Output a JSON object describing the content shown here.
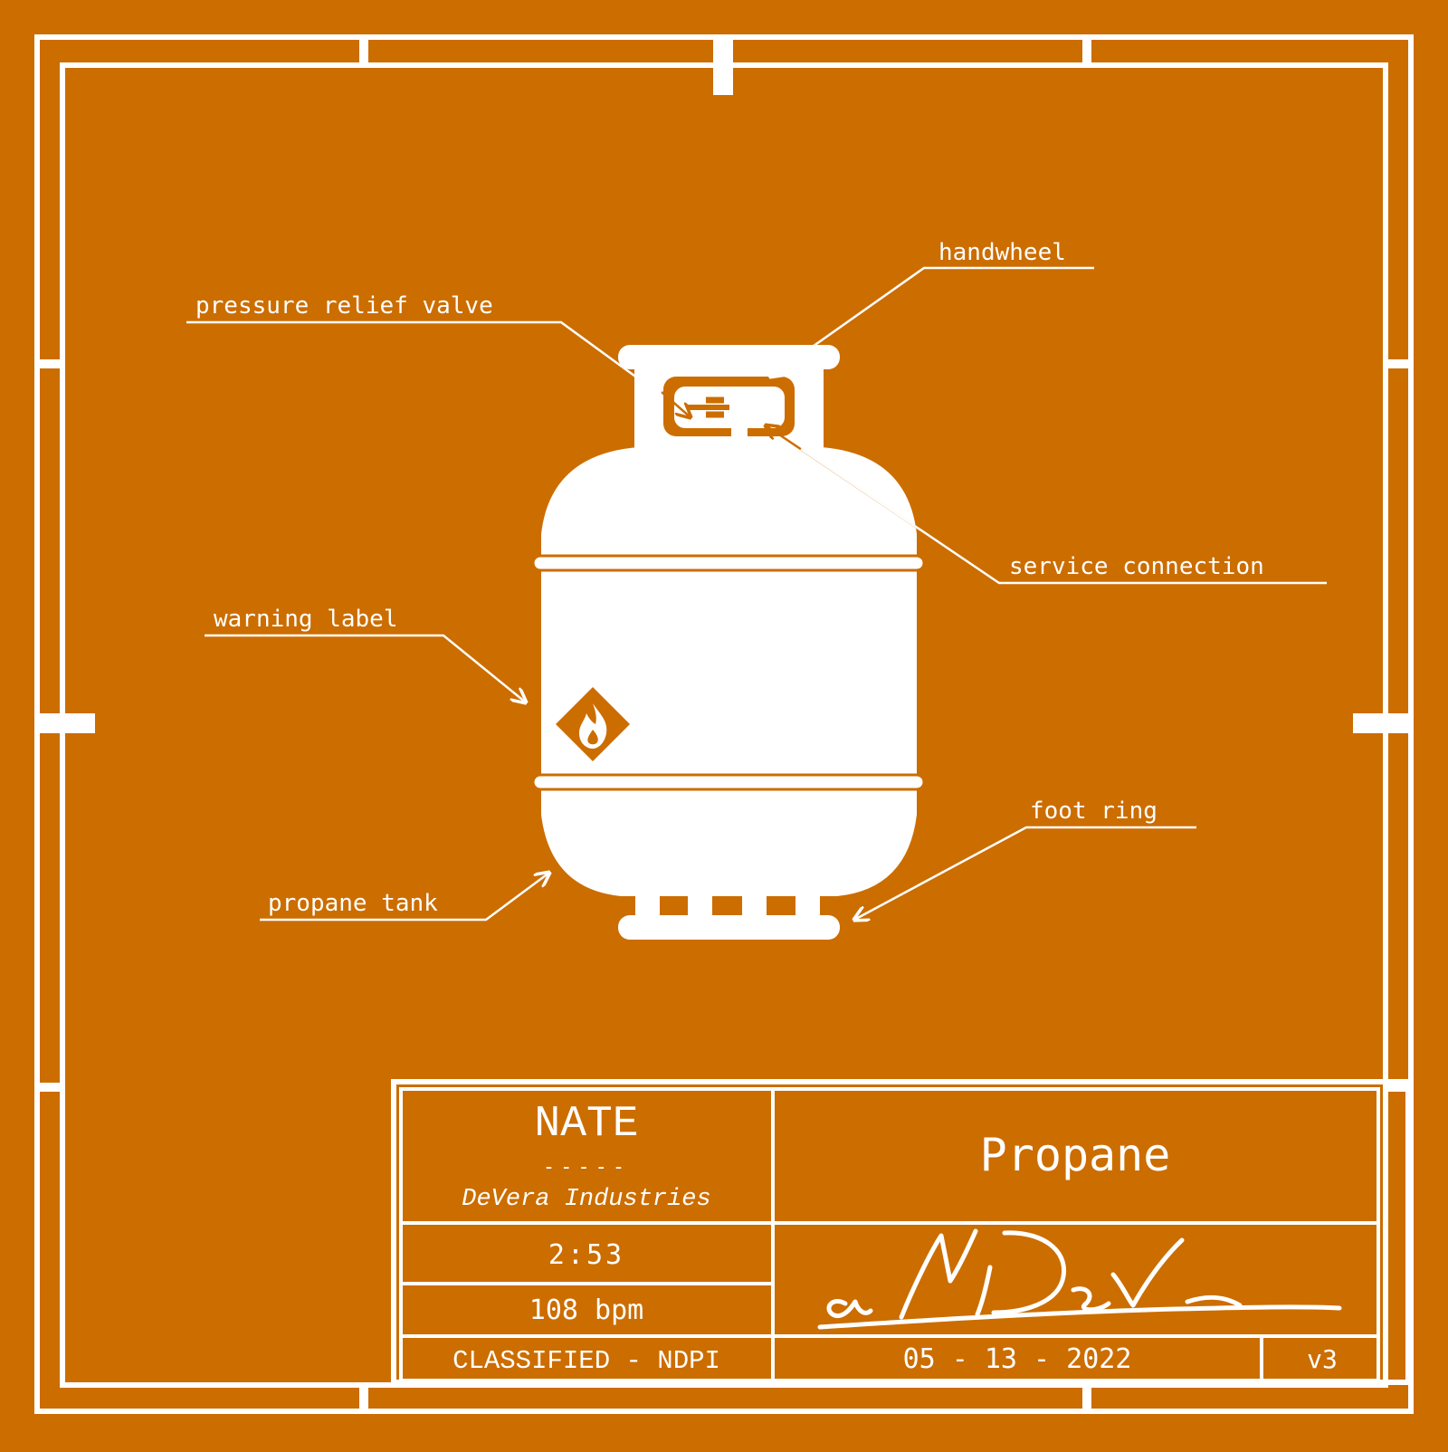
{
  "colors": {
    "background": "#CC6D00",
    "ink": "#FFFFFF"
  },
  "callouts": {
    "pressure_relief_valve": "pressure relief valve",
    "handwheel": "handwheel",
    "warning_label": "warning label",
    "service_connection": "service connection",
    "foot_ring": "foot ring",
    "propane_tank": "propane tank"
  },
  "title_block": {
    "author": "NATE",
    "divider": "-----",
    "company": "DeVera Industries",
    "title": "Propane",
    "duration": "2:53",
    "tempo": "108 bpm",
    "classification": "CLASSIFIED - NDPI",
    "date": "05 - 13 - 2022",
    "version": "v3"
  },
  "icons": {
    "warning": "flame-hazard-icon",
    "signature": "signature"
  }
}
